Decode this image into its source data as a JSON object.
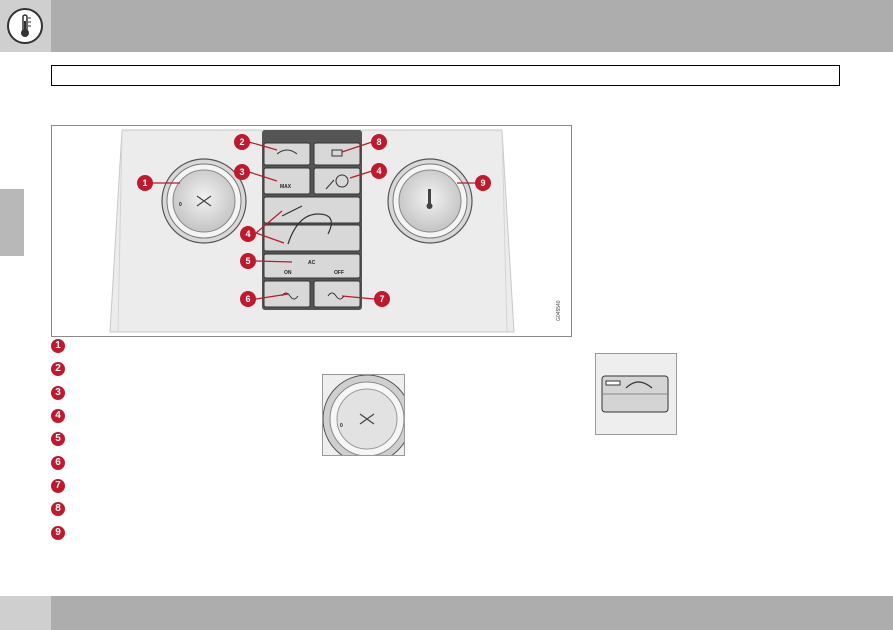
{
  "header": {
    "icon": "thermometer-icon"
  },
  "figure": {
    "code": "G045540",
    "callouts": [
      "1",
      "2",
      "3",
      "4",
      "4",
      "5",
      "6",
      "7",
      "8",
      "9"
    ],
    "button_labels": {
      "max": "MAX",
      "ac": "AC",
      "on": "ON",
      "off": "OFF"
    }
  },
  "legend": [
    "1",
    "2",
    "3",
    "4",
    "5",
    "6",
    "7",
    "8",
    "9"
  ],
  "colors": {
    "accent": "#c0182d",
    "header": "#adadad",
    "header_icon_block": "#cfcfcf"
  }
}
